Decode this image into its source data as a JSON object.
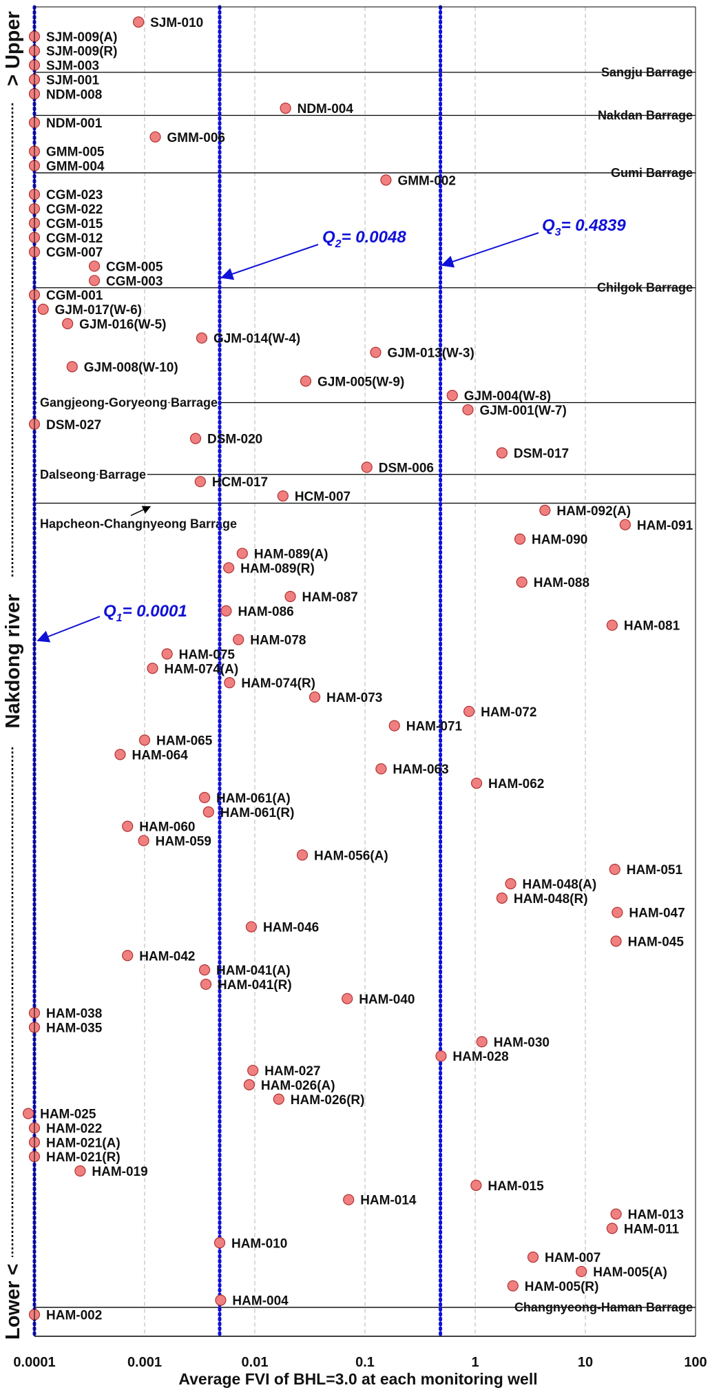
{
  "chart_data": {
    "type": "scatter",
    "x_scale": "log",
    "xlim": [
      0.0001,
      100
    ],
    "xticks": [
      "0.0001",
      "0.001",
      "0.01",
      "0.1",
      "1",
      "10",
      "100"
    ],
    "xlabel": "Average FVI of BHL=3.0 at each monitoring well",
    "ylabel": "Nakdong river",
    "y_top_label": "> Upper",
    "y_bottom_label": "Lower <",
    "grid": "vertical dashed",
    "colors": {
      "point_fill": "#f08080",
      "point_stroke": "#b03030",
      "quartile_line": "#1010d8",
      "barrage_line": "#000000"
    },
    "quartiles": [
      {
        "label": "Q",
        "sub": "1",
        "value_text": "= 0.0001",
        "x": 0.0001
      },
      {
        "label": "Q",
        "sub": "2",
        "value_text": "= 0.0048",
        "x": 0.0048
      },
      {
        "label": "Q",
        "sub": "3",
        "value_text": "= 0.4839",
        "x": 0.4839
      }
    ],
    "points": [
      {
        "name": "SJM-010",
        "x": 0.00088
      },
      {
        "name": "SJM-009(A)",
        "x": 0.0001
      },
      {
        "name": "SJM-009(R)",
        "x": 0.0001
      },
      {
        "name": "SJM-003",
        "x": 0.0001
      },
      {
        "name": "SJM-001",
        "x": 0.0001
      },
      {
        "name": "NDM-008",
        "x": 0.0001
      },
      {
        "name": "NDM-004",
        "x": 0.019
      },
      {
        "name": "NDM-001",
        "x": 0.0001
      },
      {
        "name": "GMM-006",
        "x": 0.00125
      },
      {
        "name": "GMM-005",
        "x": 0.0001
      },
      {
        "name": "GMM-004",
        "x": 0.0001
      },
      {
        "name": "GMM-002",
        "x": 0.155
      },
      {
        "name": "CGM-023",
        "x": 0.0001
      },
      {
        "name": "CGM-022",
        "x": 0.0001
      },
      {
        "name": "CGM-015",
        "x": 0.0001
      },
      {
        "name": "CGM-012",
        "x": 0.0001
      },
      {
        "name": "CGM-007",
        "x": 0.0001
      },
      {
        "name": "CGM-005",
        "x": 0.00035
      },
      {
        "name": "CGM-003",
        "x": 0.00035
      },
      {
        "name": "CGM-001",
        "x": 0.0001
      },
      {
        "name": "GJM-017(W-6)",
        "x": 0.00012
      },
      {
        "name": "GJM-016(W-5)",
        "x": 0.0002
      },
      {
        "name": "GJM-014(W-4)",
        "x": 0.0033
      },
      {
        "name": "GJM-013(W-3)",
        "x": 0.125
      },
      {
        "name": "GJM-008(W-10)",
        "x": 0.00022
      },
      {
        "name": "GJM-005(W-9)",
        "x": 0.029
      },
      {
        "name": "GJM-004(W-8)",
        "x": 0.62
      },
      {
        "name": "GJM-001(W-7)",
        "x": 0.86
      },
      {
        "name": "DSM-027",
        "x": 0.0001
      },
      {
        "name": "DSM-020",
        "x": 0.0029
      },
      {
        "name": "DSM-017",
        "x": 1.75
      },
      {
        "name": "DSM-006",
        "x": 0.104
      },
      {
        "name": "HCM-017",
        "x": 0.0032
      },
      {
        "name": "HCM-007",
        "x": 0.018
      },
      {
        "name": "HAM-092(A)",
        "x": 4.3
      },
      {
        "name": "HAM-091",
        "x": 23
      },
      {
        "name": "HAM-090",
        "x": 2.55
      },
      {
        "name": "HAM-089(A)",
        "x": 0.0077
      },
      {
        "name": "HAM-089(R)",
        "x": 0.0058
      },
      {
        "name": "HAM-088",
        "x": 2.65
      },
      {
        "name": "HAM-087",
        "x": 0.021
      },
      {
        "name": "HAM-086",
        "x": 0.0055
      },
      {
        "name": "HAM-081",
        "x": 17.5
      },
      {
        "name": "HAM-078",
        "x": 0.0071
      },
      {
        "name": "HAM-075",
        "x": 0.0016
      },
      {
        "name": "HAM-074(A)",
        "x": 0.00118
      },
      {
        "name": "HAM-074(R)",
        "x": 0.0059
      },
      {
        "name": "HAM-073",
        "x": 0.035
      },
      {
        "name": "HAM-072",
        "x": 0.88
      },
      {
        "name": "HAM-071",
        "x": 0.185
      },
      {
        "name": "HAM-065",
        "x": 0.001
      },
      {
        "name": "HAM-064",
        "x": 0.0006
      },
      {
        "name": "HAM-063",
        "x": 0.14
      },
      {
        "name": "HAM-062",
        "x": 1.03
      },
      {
        "name": "HAM-061(A)",
        "x": 0.0035
      },
      {
        "name": "HAM-061(R)",
        "x": 0.0038
      },
      {
        "name": "HAM-060",
        "x": 0.0007
      },
      {
        "name": "HAM-059",
        "x": 0.00098
      },
      {
        "name": "HAM-056(A)",
        "x": 0.027
      },
      {
        "name": "HAM-051",
        "x": 18.5
      },
      {
        "name": "HAM-048(A)",
        "x": 2.1
      },
      {
        "name": "HAM-048(R)",
        "x": 1.75
      },
      {
        "name": "HAM-047",
        "x": 19.5
      },
      {
        "name": "HAM-046",
        "x": 0.0093
      },
      {
        "name": "HAM-045",
        "x": 19
      },
      {
        "name": "HAM-042",
        "x": 0.0007
      },
      {
        "name": "HAM-041(A)",
        "x": 0.0035
      },
      {
        "name": "HAM-041(R)",
        "x": 0.0036
      },
      {
        "name": "HAM-040",
        "x": 0.069
      },
      {
        "name": "HAM-038",
        "x": 0.0001
      },
      {
        "name": "HAM-035",
        "x": 0.0001
      },
      {
        "name": "HAM-030",
        "x": 1.15
      },
      {
        "name": "HAM-028",
        "x": 0.49
      },
      {
        "name": "HAM-027",
        "x": 0.0096
      },
      {
        "name": "HAM-026(A)",
        "x": 0.0089
      },
      {
        "name": "HAM-026(R)",
        "x": 0.0165
      },
      {
        "name": "HAM-025",
        "x": 8.8e-05
      },
      {
        "name": "HAM-022",
        "x": 0.0001
      },
      {
        "name": "HAM-021(A)",
        "x": 0.0001
      },
      {
        "name": "HAM-021(R)",
        "x": 0.0001
      },
      {
        "name": "HAM-019",
        "x": 0.00026
      },
      {
        "name": "HAM-015",
        "x": 1.02
      },
      {
        "name": "HAM-014",
        "x": 0.071
      },
      {
        "name": "HAM-013",
        "x": 19
      },
      {
        "name": "HAM-011",
        "x": 17.5
      },
      {
        "name": "HAM-010",
        "x": 0.0048
      },
      {
        "name": "HAM-007",
        "x": 3.35
      },
      {
        "name": "HAM-005(A)",
        "x": 9.2
      },
      {
        "name": "HAM-005(R)",
        "x": 2.2
      },
      {
        "name": "HAM-004",
        "x": 0.0049
      },
      {
        "name": "HAM-002",
        "x": 0.0001
      }
    ],
    "barrages": [
      {
        "name": "Sangju Barrage",
        "between": [
          "SJM-003",
          "SJM-001"
        ],
        "label_side": "right"
      },
      {
        "name": "Nakdan Barrage",
        "between": [
          "NDM-004",
          "NDM-001"
        ],
        "label_side": "right"
      },
      {
        "name": "Gumi Barrage",
        "between": [
          "GMM-004",
          "GMM-002"
        ],
        "label_side": "right"
      },
      {
        "name": "Chilgok Barrage",
        "between": [
          "CGM-003",
          "CGM-001"
        ],
        "label_side": "right"
      },
      {
        "name": "Gangjeong-Goryeong Barrage",
        "between": [
          "GJM-004(W-8)",
          "GJM-001(W-7)"
        ],
        "label_side": "left"
      },
      {
        "name": "Dalseong Barrage",
        "between": [
          "DSM-006",
          "HCM-017"
        ],
        "label_side": "left"
      },
      {
        "name": "Hapcheon-Changnyeong Barrage",
        "between": [
          "HCM-007",
          "HAM-092(A)"
        ],
        "label_side": "left-below"
      },
      {
        "name": "Changnyeong-Haman Barrage",
        "between": [
          "HAM-004",
          "HAM-002"
        ],
        "label_side": "right"
      }
    ]
  }
}
